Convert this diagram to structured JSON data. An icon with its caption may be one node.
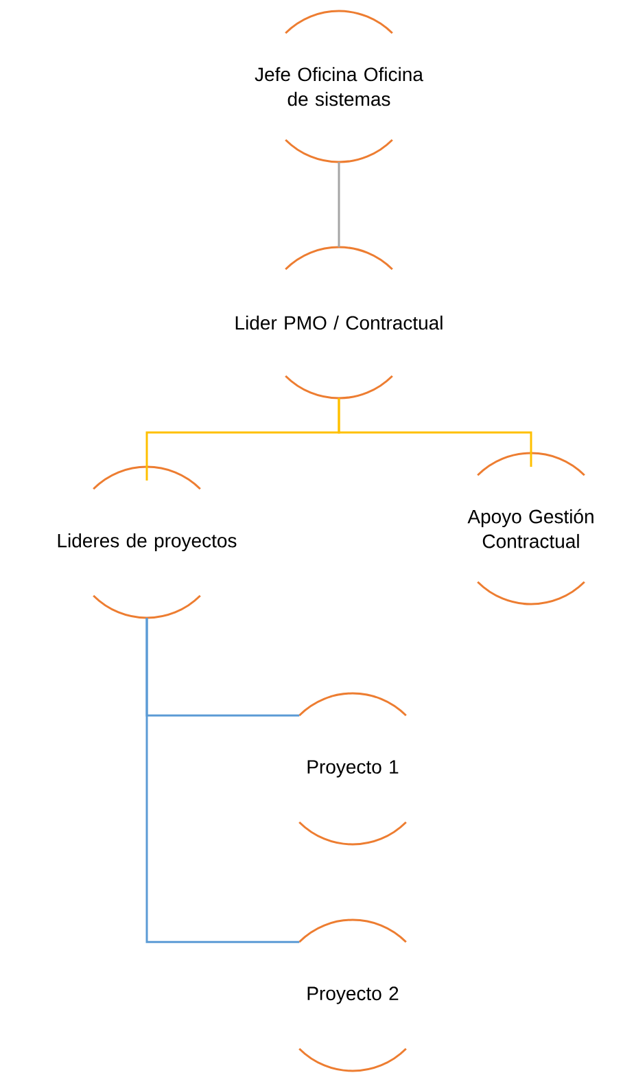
{
  "diagram": {
    "nodes": [
      {
        "text": [
          "Jefe Oficina Oficina de sistemas"
        ]
      },
      {
        "text": [
          "Lider PMO / Contractual"
        ]
      },
      {
        "text": [
          "Lideres de proyectos"
        ]
      },
      {
        "text": [
          "Apoyo Gestión Contractual"
        ]
      },
      {
        "text": [
          "Proyecto 1"
        ]
      },
      {
        "text": [
          "Proyecto 2"
        ]
      }
    ],
    "edges": [
      {
        "from": 0,
        "to": 1,
        "arrow": "none",
        "color": "#a5a5a5"
      },
      {
        "from": 1,
        "to": 2,
        "arrow": "none",
        "color": "#ffc000"
      },
      {
        "from": 1,
        "to": 3,
        "arrow": "none",
        "color": "#ffc000"
      },
      {
        "from": 2,
        "to": 4,
        "arrow": "none",
        "color": "#5b9bd5"
      },
      {
        "from": 2,
        "to": 5,
        "arrow": "none",
        "color": "#5b9bd5"
      }
    ]
  }
}
